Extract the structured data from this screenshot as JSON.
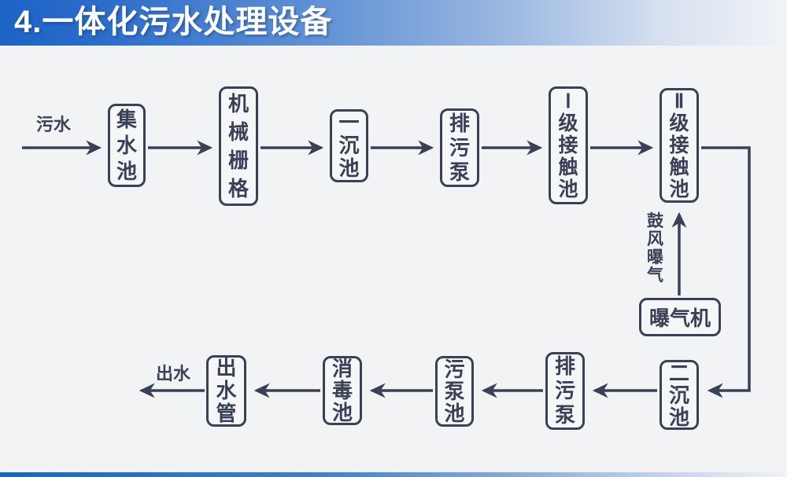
{
  "header": {
    "title": "4.一体化污水处理设备"
  },
  "colors": {
    "banner_blue": "#1c63c6",
    "line_dark": "#3a4156",
    "background": "#f2f3f4"
  },
  "diagram": {
    "inflow_label": "污水",
    "outflow_label": "出水",
    "aeration_label": "鼓\n风\n曝\n气",
    "nodes": {
      "collection_tank": "集\n水\n池",
      "mechanical_grid": "机\n械\n栅\n格",
      "primary_sedimentation_tank": "一\n沉\n池",
      "sewage_pump_top": "排\n污\n泵",
      "level1_contact_tank": "Ⅰ\n级\n接\n触\n池",
      "level2_contact_tank": "Ⅱ\n级\n接\n触\n池",
      "aerator": "曝气机",
      "secondary_sedimentation_tank": "二\n沉\n池",
      "sewage_pump_bottom": "排\n污\n泵",
      "sewage_pump_tank": "污\n泵\n池",
      "disinfection_tank": "消\n毒\n池",
      "outlet_pipe": "出\n水\n管"
    }
  }
}
